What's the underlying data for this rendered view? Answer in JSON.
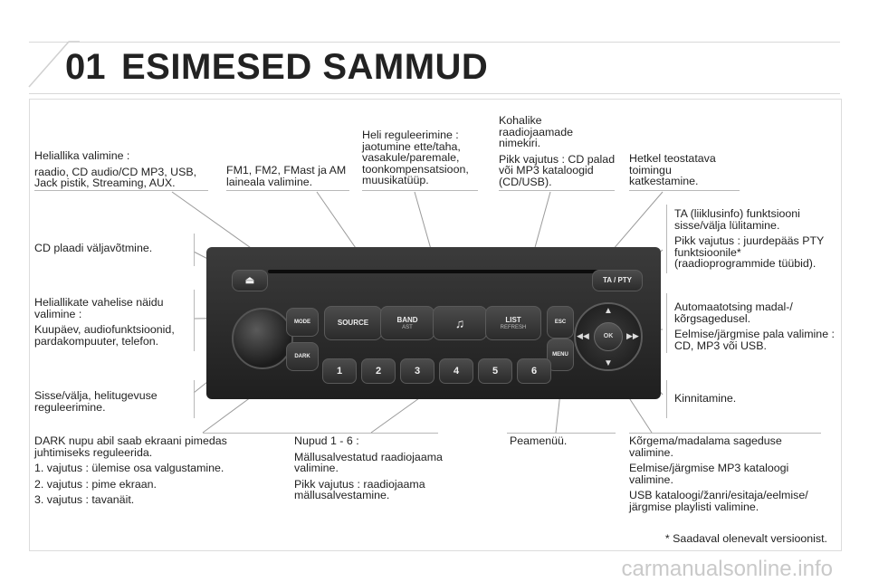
{
  "header": {
    "chapter": "01",
    "title": "ESIMESED SAMMUD"
  },
  "labels": {
    "source": [
      "Heliallika valimine :",
      "raadio, CD audio/CD MP3, USB, Jack pistik, Streaming, AUX."
    ],
    "band": [
      "FM1, FM2, FMast ja AM laineala valimine."
    ],
    "sound": [
      "Heli reguleerimine : jaotumine ette/taha, vasakule/paremale, toonkompensatsioon, muusikatüüp."
    ],
    "list": [
      "Kohalike raadiojaamade nimekiri.",
      "Pikk vajutus : CD palad või MP3 kataloogid (CD/USB)."
    ],
    "esc": [
      "Hetkel teostatava toimingu katkestamine."
    ],
    "ta": [
      "TA (liiklusinfo) funktsiooni sisse/välja lülitamine.",
      "Pikk vajutus : juurdepääs PTY funktsioonile* (raadioprogrammide tüübid)."
    ],
    "eject": [
      "CD plaadi väljavõtmine."
    ],
    "mode": [
      "Heliallikate vahelise näidu valimine :",
      "Kuupäev, audiofunktsioonid, pardakompuuter, telefon."
    ],
    "tuning": [
      "Automaatotsing madal-/ kõrgsagedusel.",
      "Eelmise/järgmise pala valimine : CD, MP3 või USB."
    ],
    "power": [
      "Sisse/välja, helitugevuse reguleerimine."
    ],
    "ok": [
      "Kinnitamine."
    ],
    "dark": [
      "DARK nupu abil saab ekraani pimedas juhtimiseks reguleerida.",
      "1. vajutus : ülemise osa valgustamine.",
      "2. vajutus : pime ekraan.",
      "3. vajutus : tavanäit."
    ],
    "presets": [
      "Nupud 1 - 6 :",
      "Mällusalvestatud raadiojaama valimine.",
      "Pikk vajutus : raadiojaama mällusalvestamine."
    ],
    "menu": [
      "Peamenüü."
    ],
    "updown": [
      "Kõrgema/madalama sageduse valimine.",
      "Eelmise/järgmise MP3 kataloogi valimine.",
      "USB kataloogi/žanri/esitaja/eelmise/ järgmise playlisti valimine."
    ]
  },
  "radio": {
    "buttons": {
      "source": "SOURCE",
      "band": "BAND",
      "band_sub": "AST",
      "music": "♫",
      "list": "LIST",
      "list_sub": "REFRESH",
      "esc": "ESC",
      "menu": "MENU",
      "mode": "MODE",
      "dark": "DARK",
      "ta": "TA / PTY",
      "ok": "OK",
      "eject": "⏏"
    },
    "presets": [
      "1",
      "2",
      "3",
      "4",
      "5",
      "6"
    ]
  },
  "footnote": "* Saadaval olenevalt versioonist.",
  "watermark": "carmanualsonline.info"
}
